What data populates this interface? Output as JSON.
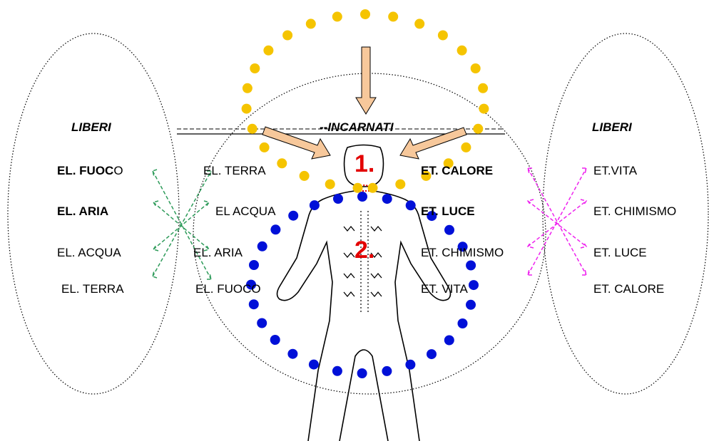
{
  "headers": {
    "left": "LIBERI",
    "center": "INCARNATI",
    "right": "LIBERI"
  },
  "numbers": {
    "one": "1.",
    "two": "2."
  },
  "left_free_elements": [
    {
      "text": "EL. FUOCO",
      "bold_part": "EL. FUOC",
      "rest": "O"
    },
    {
      "text": "EL. ARIA",
      "bold_part": "EL. ARIA",
      "rest": ""
    },
    {
      "text": "EL. ACQUA",
      "bold_part": "",
      "rest": "EL. ACQUA"
    },
    {
      "text": "EL. TERRA",
      "bold_part": "",
      "rest": "EL. TERRA"
    }
  ],
  "incarnated_elements": [
    "EL. TERRA",
    "EL ACQUA",
    "EL. ARIA",
    "EL. FUOCO"
  ],
  "incarnated_ethers": [
    {
      "text": "ET. CALORE",
      "bold": true
    },
    {
      "text": "ET. LUCE",
      "bold": true
    },
    {
      "text": "ET. CHIMISMO",
      "bold": false
    },
    {
      "text": "ET. VITA",
      "bold": false
    }
  ],
  "right_free_ethers": [
    "ET.VITA",
    "ET. CHIMISMO",
    "ET. LUCE",
    "ET. CALORE"
  ],
  "colors": {
    "yellow_dots": "#f5c400",
    "blue_dots": "#0010d8",
    "arrow_fill": "#f7c89b",
    "green_arrows": "#2e9b5a",
    "magenta_arrows": "#ee22ee",
    "number_red": "#e30000"
  }
}
